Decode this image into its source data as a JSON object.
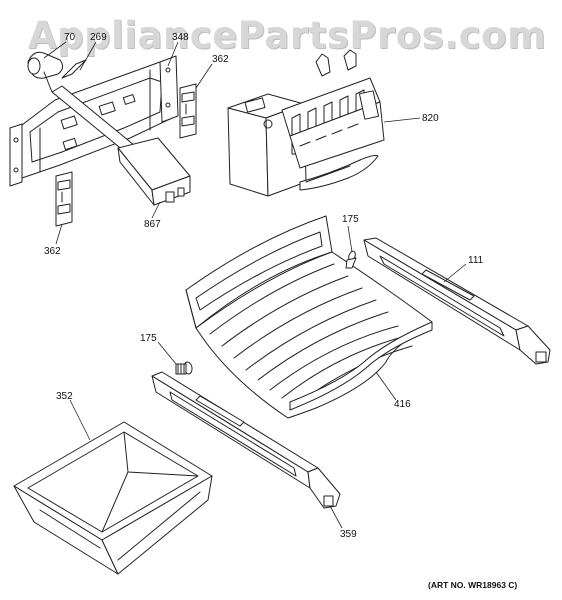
{
  "watermark": "AppliancePartsPros.com",
  "art_no": "(ART NO. WR18963 C)",
  "callouts": {
    "p270": "70",
    "p269": "269",
    "p348": "348",
    "p362_top": "362",
    "p362_bottom": "362",
    "p867": "867",
    "p820": "820",
    "p175_top": "175",
    "p175_left": "175",
    "p111": "111",
    "p416": "416",
    "p352": "352",
    "p359": "359"
  }
}
